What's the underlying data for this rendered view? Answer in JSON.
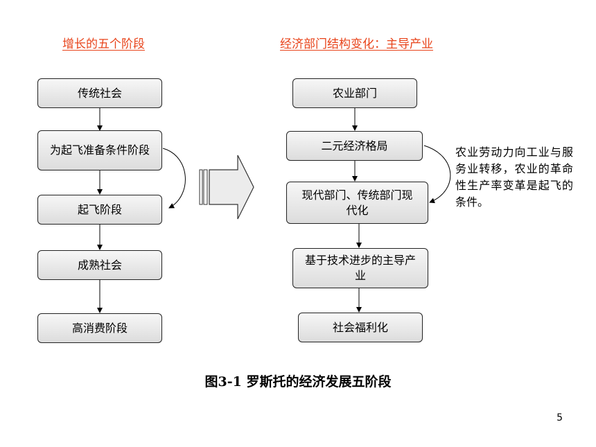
{
  "left": {
    "header": "增长的五个阶段",
    "stages": [
      "传统社会",
      "为起飞准备条件阶段",
      "起飞阶段",
      "成熟社会",
      "高消费阶段"
    ]
  },
  "right": {
    "header": "经济部门结构变化：主导产业",
    "stages": [
      "农业部门",
      "二元经济格局",
      "现代部门、传统部门现代化",
      "基于技术进步的主导产业",
      "社会福利化"
    ],
    "note": "农业劳动力向工业与服务业转移，农业的革命性生产率变革是起飞的条件。"
  },
  "caption": "图3-1   罗斯托的经济发展五阶段",
  "page_number": "5"
}
